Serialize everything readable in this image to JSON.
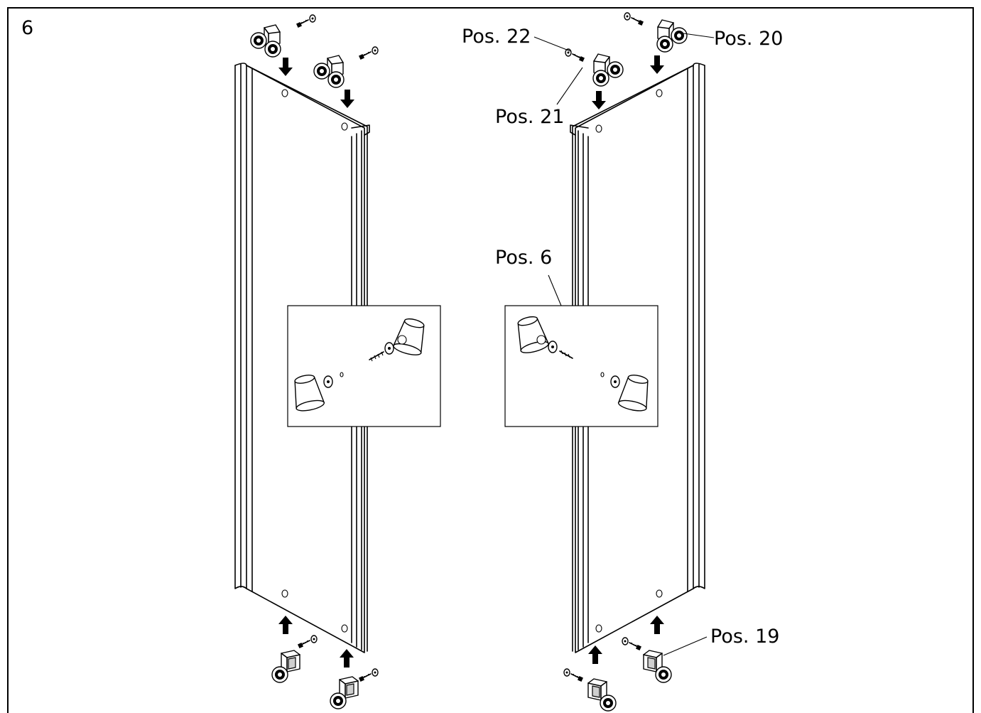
{
  "figure": {
    "step_number": "6",
    "labels": {
      "pos22": "Pos. 22",
      "pos20": "Pos. 20",
      "pos21": "Pos. 21",
      "pos6": "Pos. 6",
      "pos19": "Pos. 19"
    }
  }
}
